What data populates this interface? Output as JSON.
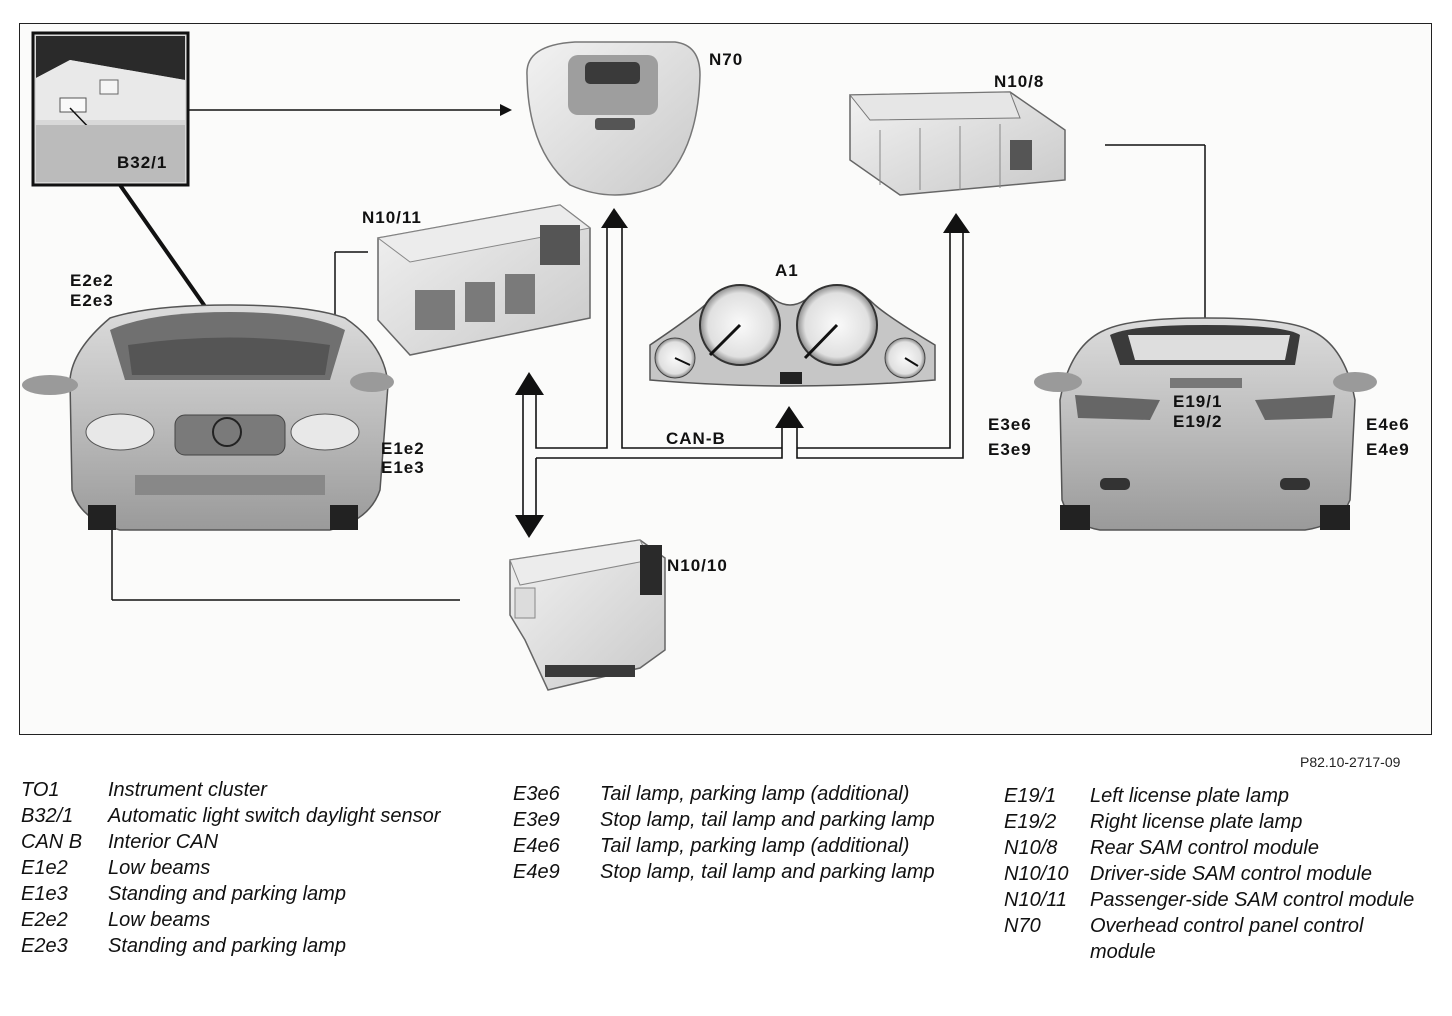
{
  "diagram": {
    "labels": {
      "n70": "N70",
      "n10_8": "N10/8",
      "n10_11": "N10/11",
      "n10_10": "N10/10",
      "a1": "A1",
      "b32_1": "B32/1",
      "can_b": "CAN-B",
      "e2e2": "E2e2",
      "e2e3": "E2e3",
      "e1e2": "E1e2",
      "e1e3": "E1e3",
      "e3e6": "E3e6",
      "e3e9": "E3e9",
      "e4e6": "E4e6",
      "e4e9": "E4e9",
      "e19_1": "E19/1",
      "e19_2": "E19/2"
    },
    "figure_code": "P82.10-2717-09"
  },
  "legend": {
    "col1": [
      {
        "code": "TO1",
        "desc": "Instrument cluster"
      },
      {
        "code": "B32/1",
        "desc": "Automatic light switch daylight sensor"
      },
      {
        "code": "CAN B",
        "desc": "Interior CAN"
      },
      {
        "code": "E1e2",
        "desc": "Low beams"
      },
      {
        "code": "E1e3",
        "desc": "Standing and parking lamp"
      },
      {
        "code": "E2e2",
        "desc": "Low beams"
      },
      {
        "code": "E2e3",
        "desc": "Standing and parking lamp"
      }
    ],
    "col2": [
      {
        "code": "E3e6",
        "desc": "Tail lamp, parking lamp (additional)"
      },
      {
        "code": "E3e9",
        "desc": "Stop lamp, tail lamp and parking lamp"
      },
      {
        "code": "E4e6",
        "desc": "Tail lamp, parking lamp (additional)"
      },
      {
        "code": "E4e9",
        "desc": "Stop lamp, tail lamp and parking lamp"
      }
    ],
    "col3": [
      {
        "code": "E19/1",
        "desc": "Left license plate lamp"
      },
      {
        "code": "E19/2",
        "desc": "Right license plate lamp"
      },
      {
        "code": "N10/8",
        "desc": "Rear SAM control module"
      },
      {
        "code": "N10/10",
        "desc": "Driver-side SAM control module"
      },
      {
        "code": "N10/11",
        "desc": "Passenger-side SAM control module"
      },
      {
        "code": "N70",
        "desc": "Overhead control panel control module"
      }
    ]
  }
}
